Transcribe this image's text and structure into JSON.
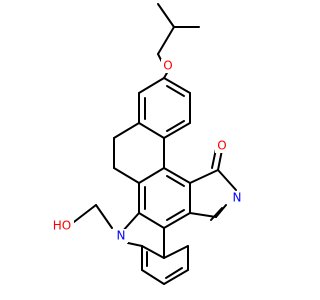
{
  "molecule": {
    "atoms": {
      "O_ether": {
        "text": "O",
        "color": "#ff0000"
      },
      "O_carbonyl": {
        "text": "O",
        "color": "#ff0000"
      },
      "N_imine": {
        "text": "N",
        "color": "#0000ff"
      },
      "N_indole": {
        "text": "N",
        "color": "#0000ff"
      },
      "OH": {
        "text": "HO",
        "color": "#ff0000"
      }
    }
  },
  "colors": {
    "bond": "#000000",
    "oxygen": "#ff0000",
    "nitrogen": "#0000ff",
    "background": "#ffffff"
  }
}
